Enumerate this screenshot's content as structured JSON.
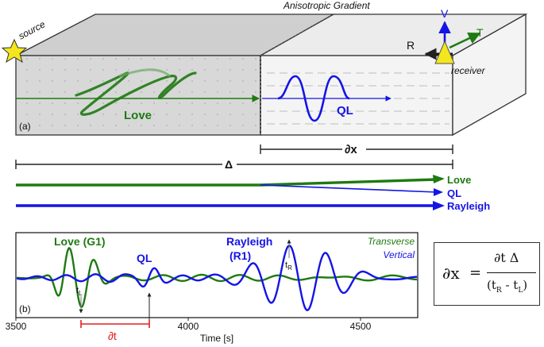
{
  "colors": {
    "love": "#1e7a12",
    "rayleigh": "#1414e6",
    "source_star": "#f4e61c",
    "receiver": "#f4e61c",
    "scale_red": "#e22020",
    "block_left": "#d8d8d8",
    "block_right": "#f3f3f3"
  },
  "top_diagram": {
    "panel_label": "(a)",
    "title": "Anisotropic Gradient",
    "source_label": "source",
    "receiver_label": "receiver",
    "love_label": "Love",
    "ql_label": "QL",
    "axis_v": "V",
    "axis_r": "R",
    "axis_t": "T",
    "dx_label": "∂x",
    "delta_label": "Δ"
  },
  "paths_legend": [
    {
      "label": "Love",
      "color": "#1e7a12"
    },
    {
      "label": "QL",
      "color": "#1414e6"
    },
    {
      "label": "Rayleigh",
      "color": "#1414e6"
    }
  ],
  "seismogram": {
    "panel_label": "(b)",
    "love_label": "Love (G1)",
    "ql_label": "QL",
    "rayleigh_label_line1": "Rayleigh",
    "rayleigh_label_line2": "(R1)",
    "transverse_label": "Transverse",
    "vertical_label": "Vertical",
    "tl_main": "t",
    "tl_sub": "L",
    "tr_main": "t",
    "tr_sub": "R",
    "dt_label": "∂t",
    "x_axis_label": "Time [s]",
    "x_ticks": [
      "3500",
      "4000",
      "4500"
    ],
    "x_range": [
      3500,
      4670
    ]
  },
  "equation": {
    "lhs": "∂x",
    "equals": "=",
    "numerator": "∂t Δ",
    "denominator_open": "(t",
    "sub_r": "R",
    "minus": " - t",
    "sub_l": "L",
    "denominator_close": ")"
  }
}
